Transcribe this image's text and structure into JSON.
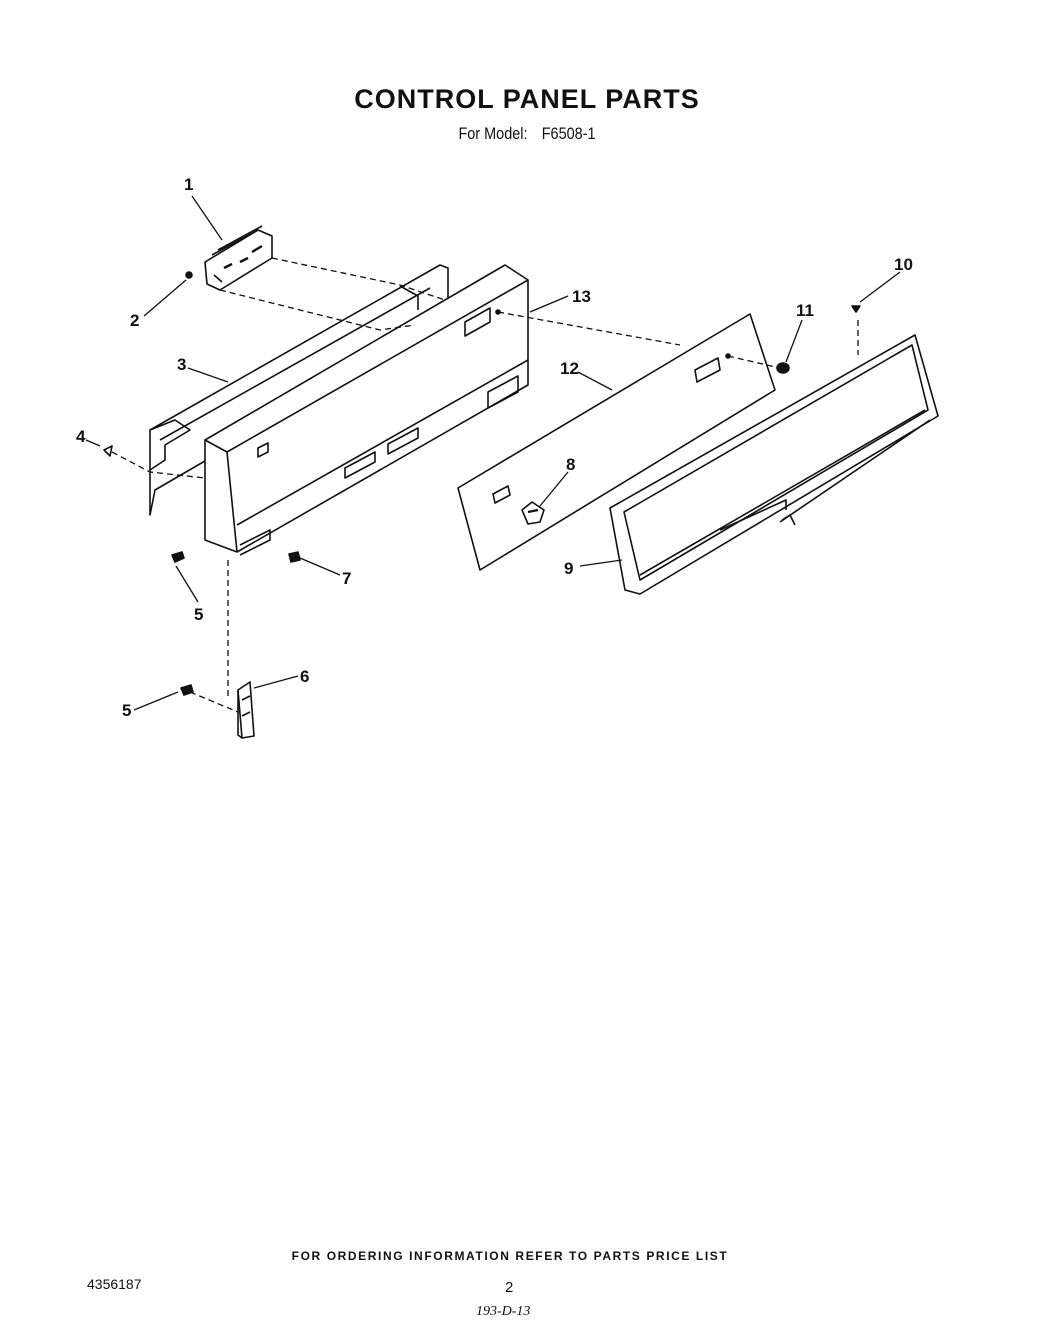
{
  "header": {
    "title": "CONTROL PANEL PARTS",
    "model_label": "For Model:",
    "model_number": "F6508-1"
  },
  "callouts": [
    "1",
    "2",
    "3",
    "4",
    "5",
    "5",
    "6",
    "7",
    "8",
    "9",
    "10",
    "11",
    "12",
    "13"
  ],
  "footer": {
    "ordering_note": "FOR ORDERING INFORMATION REFER TO PARTS PRICE LIST",
    "part_number": "4356187",
    "page_number": "2",
    "code": "193-D-13"
  }
}
